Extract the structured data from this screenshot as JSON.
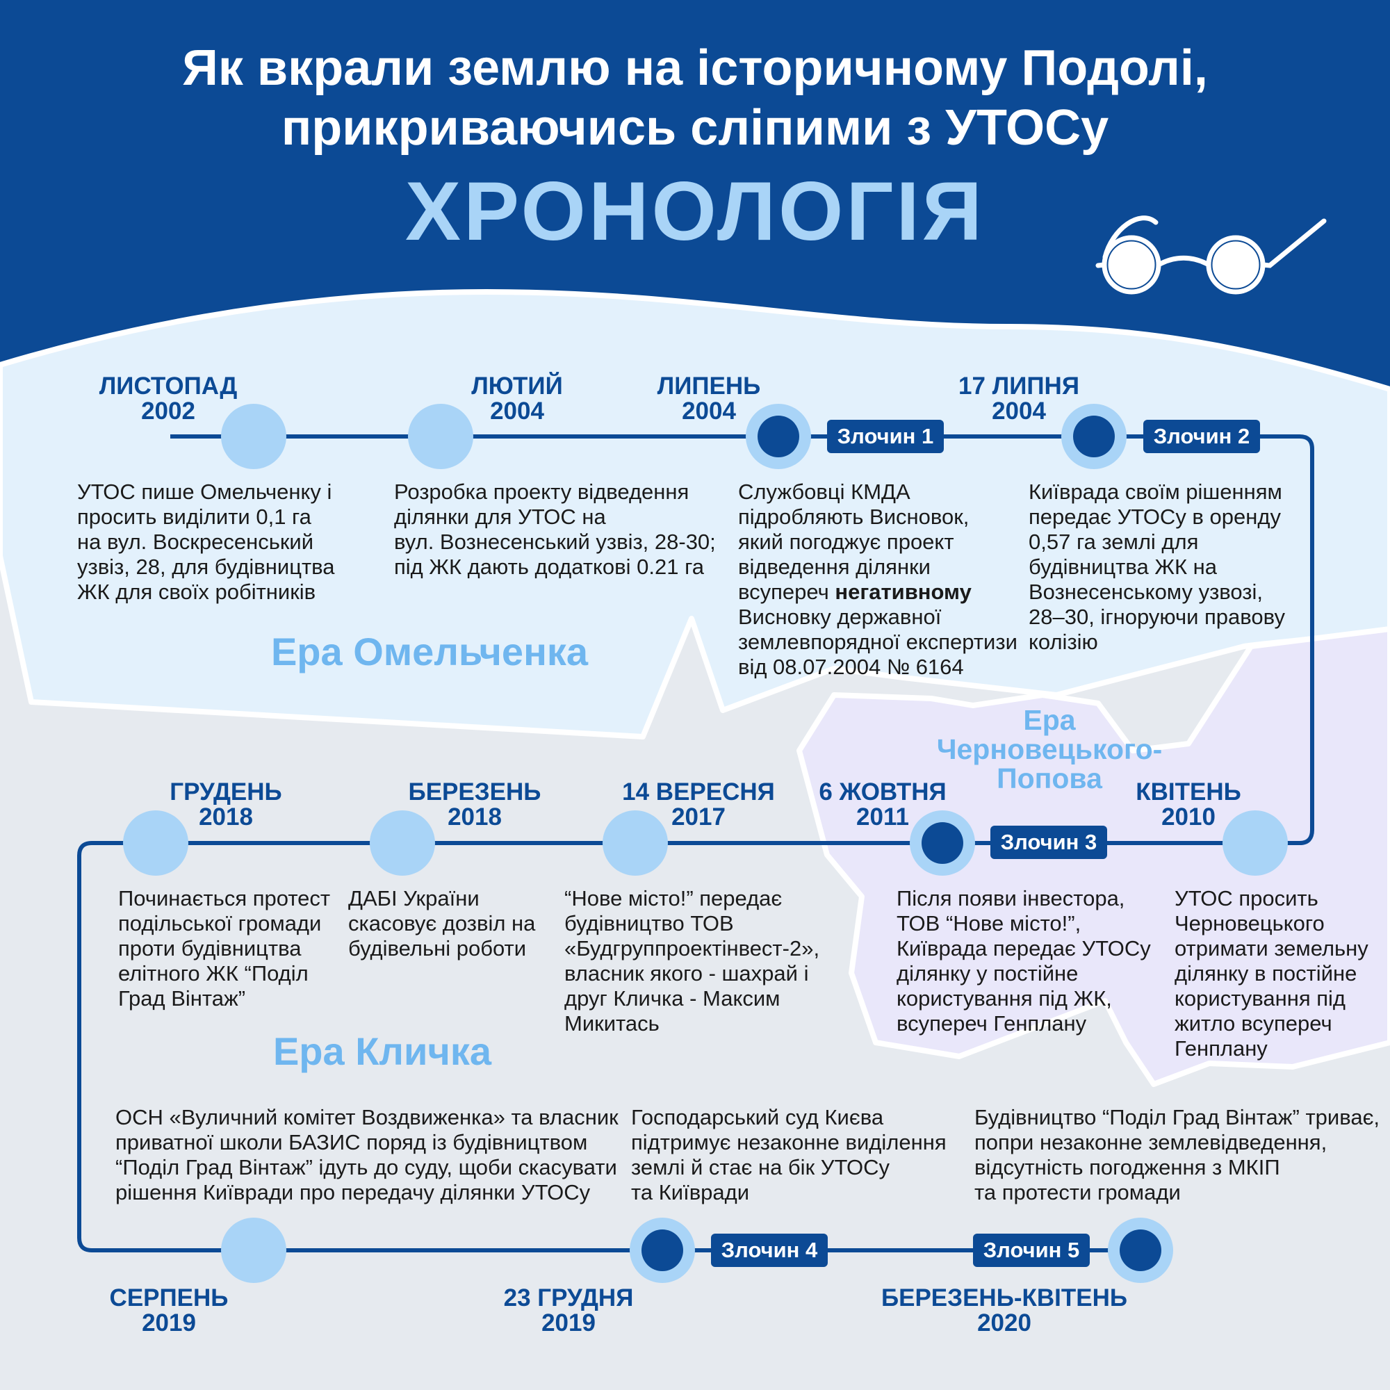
{
  "header": {
    "title_line1": "Як вкрали землю на історичному Подолі,",
    "title_line2": "прикриваючись сліпими з УТОСу",
    "subtitle": "ХРОНОЛОГІЯ"
  },
  "colors": {
    "header_bg": "#0c4a95",
    "timeline_line": "#0c4a95",
    "node_light": "#a9d4f7",
    "node_dark": "#0c4a95",
    "era_text": "#6fb6ef",
    "era_omelchenko_bg": "#e3f1fc",
    "era_chernovetsky_bg": "#e9e7fa"
  },
  "eras": {
    "omelchenko": "Ера Омельченка",
    "chernovetsky_line1": "Ера",
    "chernovetsky_line2": "Черновецького-",
    "chernovetsky_line3": "Попова",
    "klitschko": "Ера Кличка"
  },
  "crimes": [
    "Злочин 1",
    "Злочин 2",
    "Злочин 3",
    "Злочин 4",
    "Злочин 5"
  ],
  "events": [
    {
      "date1": "ЛИСТОПАД",
      "date2": "2002",
      "lines": [
        "УТОС пише Омельченку і",
        "просить виділити 0,1 га",
        "на вул. Воскресенський",
        "узвіз, 28, для будівництва",
        "ЖК для своїх робітників"
      ]
    },
    {
      "date1": "ЛЮТИЙ",
      "date2": "2004",
      "lines": [
        "Розробка проекту відведення",
        "ділянки для УТОС на",
        "вул. Вознесенський узвіз, 28-30;",
        "під ЖК дають додаткові 0.21 га"
      ]
    },
    {
      "date1": "ЛИПЕНЬ",
      "date2": "2004",
      "lines": [
        "Службовці КМДА",
        "підробляють Висновок,",
        "який погоджує проект",
        "відведення ділянки"
      ],
      "line5_prefix": "всупереч ",
      "line5_bold": "негативному",
      "lines_after": [
        "Висновку державної",
        "землевпорядної експертизи",
        "від 08.07.2004 № 6164"
      ]
    },
    {
      "date1": "17 ЛИПНЯ",
      "date2": "2004",
      "lines": [
        "Київрада своїм рішенням",
        "передає УТОСу в оренду",
        "0,57 га землі для",
        "будівництва ЖК  на",
        "Вознесенському узвозі,",
        "28–30, ігноруючи правову",
        "колізію"
      ]
    },
    {
      "date1": "КВІТЕНЬ",
      "date2": "2010",
      "lines": [
        "УТОС просить",
        "Черновецького",
        "отримати земельну",
        "ділянку в постійне",
        "користування під",
        "житло всупереч",
        "Генплану"
      ]
    },
    {
      "date1": "6 ЖОВТНЯ",
      "date2": "2011",
      "lines": [
        "Після появи інвестора,",
        "ТОВ “Нове місто!”,",
        "Київрада передає УТОСу",
        "ділянку у постійне",
        "користування під ЖК,",
        "всупереч Генплану"
      ]
    },
    {
      "date1": "14 ВЕРЕСНЯ",
      "date2": "2017",
      "lines": [
        "“Нове місто!” передає",
        "будівництво ТОВ",
        "«Будгруппроектінвест-2»,",
        "власник якого - шахрай і",
        "друг Кличка - Максим",
        "Микитась"
      ]
    },
    {
      "date1": "БЕРЕЗЕНЬ",
      "date2": "2018",
      "lines": [
        "ДАБІ України",
        "скасовує дозвіл на",
        "будівельні роботи"
      ]
    },
    {
      "date1": "ГРУДЕНЬ",
      "date2": "2018",
      "lines": [
        "Починається протест",
        "подільської громади",
        "проти будівництва",
        "елітного ЖК “Поділ",
        "Град Вінтаж”"
      ]
    },
    {
      "date1": "СЕРПЕНЬ",
      "date2": "2019",
      "lines": [
        "ОСН «Вуличний комітет Воздвиженка» та власник",
        "приватної школи БАЗИС поряд із будівництвом",
        "“Поділ Град Вінтаж” ідуть до суду, щоби скасувати",
        "рішення Київради про передачу ділянки УТОСу"
      ]
    },
    {
      "date1": "23 ГРУДНЯ",
      "date2": "2019",
      "lines": [
        "Господарський суд Києва",
        "підтримує незаконне виділення",
        "землі й стає на бік УТОСу",
        "та Київради"
      ]
    },
    {
      "date1": "БЕРЕЗЕНЬ-КВІТЕНЬ",
      "date2": "2020",
      "lines": [
        "Будівництво “Поділ Град Вінтаж” триває,",
        "попри незаконне землевідведення,",
        "відсутність погодження з МКІП",
        "та протести громади"
      ]
    }
  ]
}
